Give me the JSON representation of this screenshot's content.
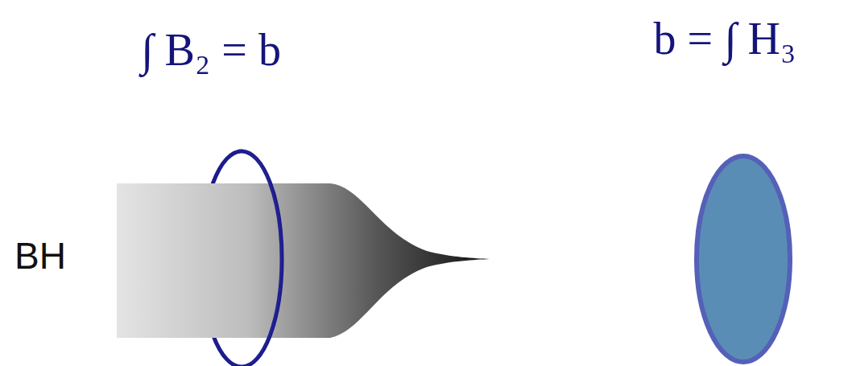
{
  "diagram": {
    "labels": [
      "∫ B₂ = b",
      "b = ∫ H₃",
      "BH"
    ]
  }
}
